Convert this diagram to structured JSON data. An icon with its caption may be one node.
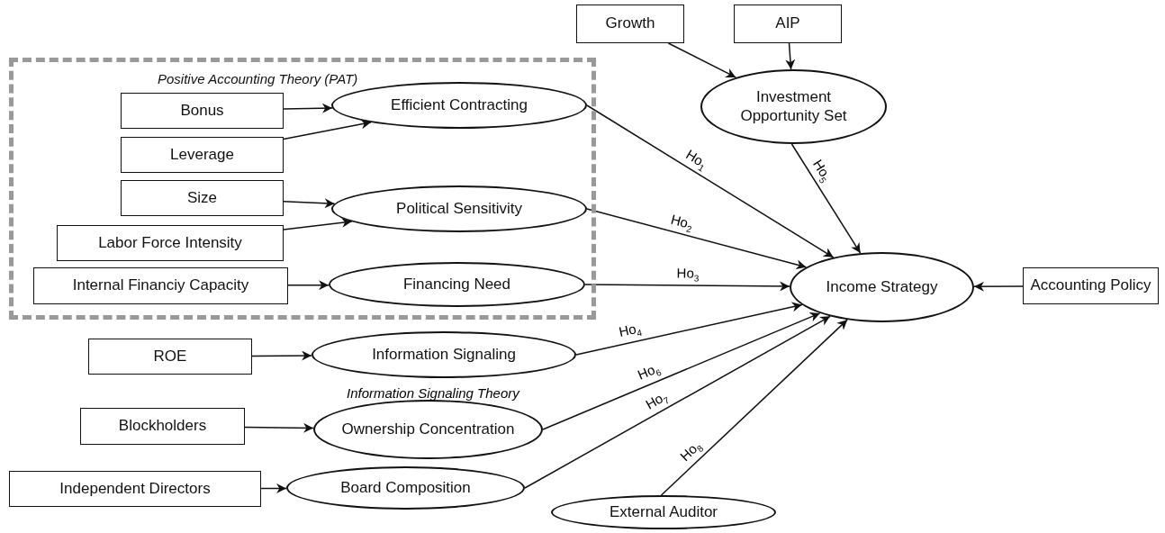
{
  "diagram": {
    "nodes": [
      {
        "text": [
          "Positive Accounting Theory (PAT)"
        ]
      },
      {
        "text": [
          "Growth"
        ]
      },
      {
        "text": [
          "AIP"
        ]
      },
      {
        "text": [
          "Investment Opportunity Set"
        ]
      },
      {
        "text": [
          "Bonus"
        ],
        "in": 0
      },
      {
        "text": [
          "Leverage"
        ],
        "in": 0
      },
      {
        "text": [
          "Efficient Contracting"
        ],
        "in": 0
      },
      {
        "text": [
          "Size"
        ],
        "in": 0
      },
      {
        "text": [
          "Labor Force Intensity"
        ],
        "in": 0
      },
      {
        "text": [
          "Political Sensitivity"
        ],
        "in": 0
      },
      {
        "text": [
          "Internal Financiy Capacity"
        ],
        "in": 0
      },
      {
        "text": [
          "Financing Need"
        ],
        "in": 0
      },
      {
        "text": [
          "Income Strategy"
        ]
      },
      {
        "text": [
          "Accounting Policy"
        ]
      },
      {
        "text": [
          "ROE"
        ]
      },
      {
        "text": [
          "Information Signaling"
        ]
      },
      {
        "text": [
          "Blockholders"
        ]
      },
      {
        "text": [
          "Ownership Concentration"
        ]
      },
      {
        "text": [
          "Independent  Directors"
        ]
      },
      {
        "text": [
          "Board Composition"
        ]
      },
      {
        "text": [
          "External Auditor"
        ]
      }
    ],
    "edges": [
      {
        "from": 1,
        "to": 3,
        "arrow": "to"
      },
      {
        "from": 2,
        "to": 3,
        "arrow": "to"
      },
      {
        "from": 4,
        "to": 6,
        "arrow": "to"
      },
      {
        "from": 5,
        "to": 6,
        "arrow": "to"
      },
      {
        "from": 7,
        "to": 9,
        "arrow": "to"
      },
      {
        "from": 8,
        "to": 9,
        "arrow": "to"
      },
      {
        "from": 10,
        "to": 11,
        "arrow": "to"
      },
      {
        "from": 6,
        "to": 12,
        "arrow": "to",
        "label": "Ho$_{1}$"
      },
      {
        "from": 9,
        "to": 12,
        "arrow": "to",
        "label": "Ho$_{2}$"
      },
      {
        "from": 11,
        "to": 12,
        "arrow": "to",
        "label": "Ho$_{3}$"
      },
      {
        "from": 15,
        "to": 12,
        "arrow": "to",
        "label": "Ho$_{4}$"
      },
      {
        "from": 3,
        "to": 12,
        "arrow": "to",
        "label": "Ho$_{5}$"
      },
      {
        "from": 17,
        "to": 12,
        "arrow": "to",
        "label": "Ho$_{6}$"
      },
      {
        "from": 19,
        "to": 12,
        "arrow": "to",
        "label": "Ho$_{7}$"
      },
      {
        "from": 20,
        "to": 12,
        "arrow": "to",
        "label": "Ho$_{8}$"
      },
      {
        "from": 13,
        "to": 12,
        "arrow": "to"
      },
      {
        "from": 14,
        "to": 15,
        "arrow": "to"
      },
      {
        "from": 16,
        "to": 17,
        "arrow": "to"
      },
      {
        "from": 18,
        "to": 19,
        "arrow": "to"
      }
    ],
    "labels": [
      "Information Signaling Theory"
    ]
  }
}
